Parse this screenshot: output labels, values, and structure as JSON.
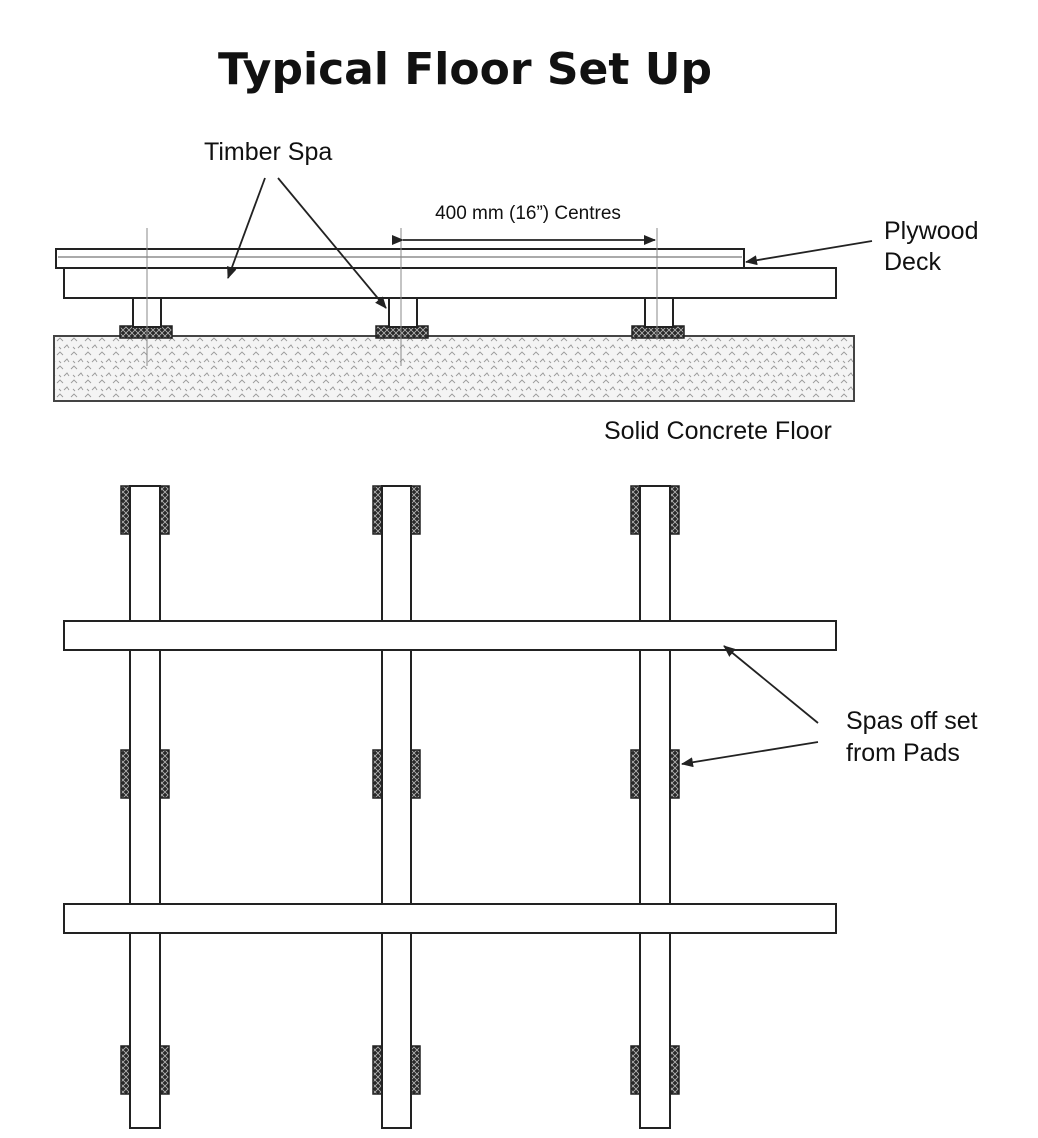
{
  "title": "Typical Floor Set Up",
  "labels": {
    "timber_spa": "Timber Spa",
    "centres": "400 mm (16”) Centres",
    "plywood_deck_line1": "Plywood",
    "plywood_deck_line2": "Deck",
    "concrete_floor": "Solid Concrete Floor",
    "spas_offset_line1": "Spas off set",
    "spas_offset_line2": "from Pads"
  },
  "colors": {
    "line": "#222222",
    "background": "#ffffff"
  }
}
